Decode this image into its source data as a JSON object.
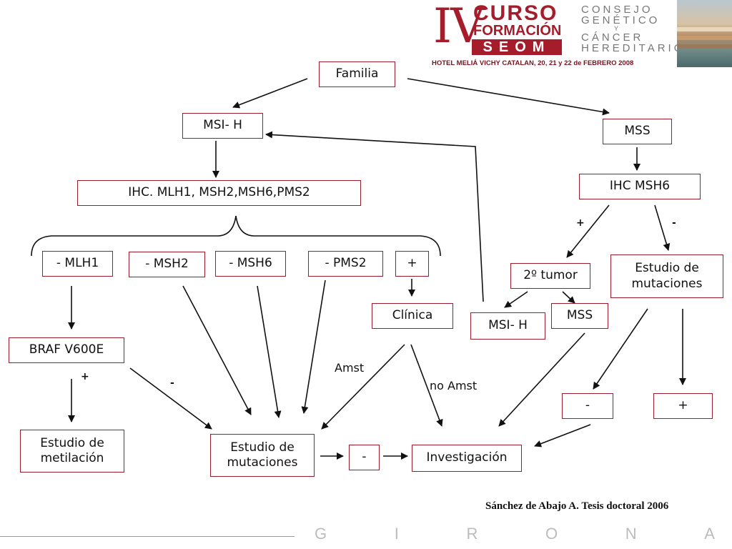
{
  "header": {
    "numeral": "IV",
    "curso": "CURSO",
    "formacion": "FORMACIÓN",
    "seom": "SEOM",
    "hotel": "HOTEL MELIÁ VICHY CATALAN, 20, 21 y 22 de FEBRERO 2008",
    "right_lines": [
      "CONSEJO",
      "GENÉTICO",
      "Y",
      "CÁNCER",
      "HEREDITARIO"
    ]
  },
  "nodes": {
    "familia": "Familia",
    "msi_h_top": "MSI- H",
    "mss_top": "MSS",
    "ihc_panel": "IHC. MLH1, MSH2,MSH6,PMS2",
    "ihc_msh6": "IHC MSH6",
    "neg_mlh1": "- MLH1",
    "neg_msh2": "- MSH2",
    "neg_msh6": "- MSH6",
    "neg_pms2": "- PMS2",
    "pos_ihc": "+",
    "clinica": "Clínica",
    "braf": "BRAF V600E",
    "estudio_metilacion": "Estudio de metilación",
    "estudio_mutaciones_center": "Estudio de mutaciones",
    "neg_small": "-",
    "investigacion": "Investigación",
    "segundo_tumor": "2º tumor",
    "msi_h_mid": "MSI- H",
    "mss_mid": "MSS",
    "estudio_mutaciones_right": "Estudio de mutaciones",
    "neg_right": "-",
    "pos_right": "+"
  },
  "edge_labels": {
    "braf_pos": "+",
    "braf_neg": "-",
    "amst": "Amst",
    "no_amst": "no Amst",
    "msh6_pos": "+",
    "msh6_neg": "-"
  },
  "citation": "Sánchez de Abajo A. Tesis doctoral 2006",
  "footer": [
    "G",
    "I",
    "R",
    "O",
    "N",
    "A"
  ]
}
